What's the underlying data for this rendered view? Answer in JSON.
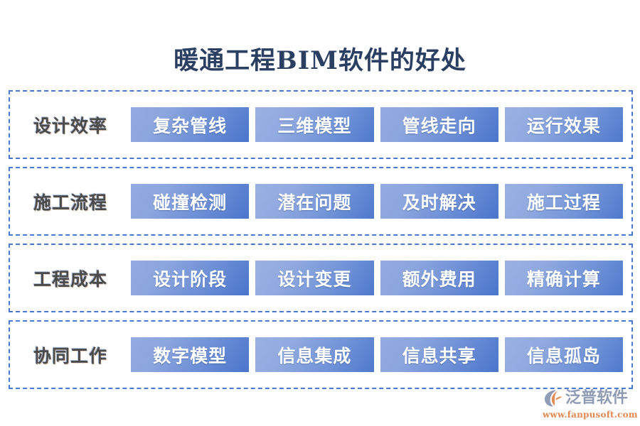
{
  "page": {
    "title": "暖通工程BIM软件的好处",
    "background_color": "#ffffff",
    "title_color": "#2b3f63",
    "card_gradient_from": "#93abe0",
    "card_gradient_to": "#4a75cb",
    "row_border_color": "#4a7ad0",
    "label_color": "#4a4a4a"
  },
  "rows": [
    {
      "label": "设计效率",
      "cards": [
        "复杂管线",
        "三维模型",
        "管线走向",
        "运行效果"
      ]
    },
    {
      "label": "施工流程",
      "cards": [
        "碰撞检测",
        "潜在问题",
        "及时解决",
        "施工过程"
      ]
    },
    {
      "label": "工程成本",
      "cards": [
        "设计阶段",
        "设计变更",
        "额外费用",
        "精确计算"
      ]
    },
    {
      "label": "协同工作",
      "cards": [
        "数字模型",
        "信息集成",
        "信息共享",
        "信息孤岛"
      ]
    }
  ],
  "logo": {
    "name": "泛普软件",
    "url": "www.fanpusoft.com",
    "name_color": "#8f9bb3",
    "url_color": "#e08a52",
    "mark_orange": "#e28b54",
    "mark_blue": "#8e9cb5"
  }
}
